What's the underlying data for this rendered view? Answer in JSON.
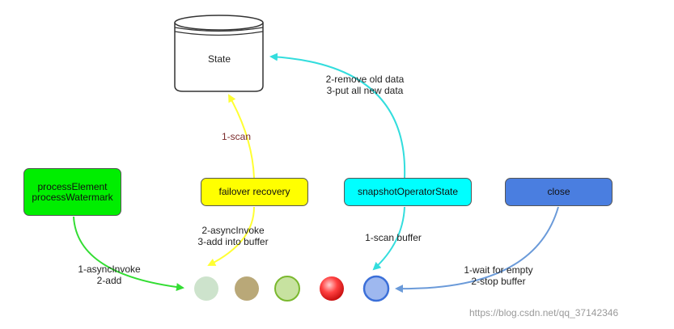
{
  "state": {
    "label": "State"
  },
  "boxes": {
    "process": {
      "line1": "processElement",
      "line2": "processWatermark",
      "color": "#00ee00"
    },
    "failover": {
      "label": "failover recovery",
      "color": "#ffff00"
    },
    "snapshot": {
      "label": "snapshotOperatorState",
      "color": "#00ffff"
    },
    "close": {
      "label": "close",
      "color": "#4a7ee0"
    }
  },
  "labels": {
    "scan": "1-scan",
    "remove_line1": "2-remove old data",
    "remove_line2": "3-put all new data",
    "async_line1": "2-asyncInvoke",
    "async_line2": "3-add into buffer",
    "scan_buffer": "1-scan buffer",
    "invoke_line1": "1-asyncInvoke",
    "invoke_line2": "2-add",
    "wait_line1": "1-wait for empty",
    "wait_line2": "2-stop buffer"
  },
  "buffer_colors": [
    "#cde3cc",
    "#b9a878",
    "#c7e2a0",
    "#ff4040",
    "#9eb8ef"
  ],
  "arrow_colors": {
    "green": "#33dd33",
    "yellow": "#ffff33",
    "cyan": "#33dddd",
    "blue": "#6a9ad9"
  },
  "watermark": "https://blog.csdn.net/qq_37142346"
}
